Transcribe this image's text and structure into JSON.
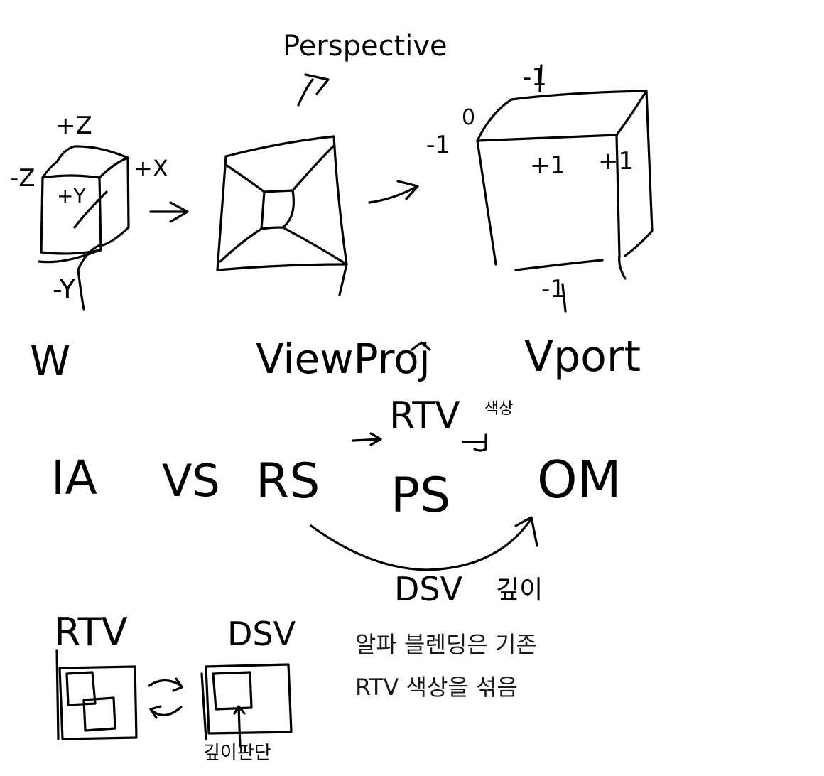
{
  "canvas": {
    "background": "#ffffff",
    "ink": "#000000"
  },
  "pipeline_top": {
    "world": {
      "label": "W",
      "axes": {
        "plus_z": "+Z",
        "minus_z": "-Z",
        "plus_x": "+X",
        "plus_y": "+Y",
        "minus_y": "-Y"
      }
    },
    "view_proj": {
      "label": "ViewProj",
      "perspective_label": "Perspective"
    },
    "viewport": {
      "label": "Vport",
      "corners": {
        "top": "-1",
        "origin": "0",
        "left": "-1",
        "plus_inner": "+1",
        "right": "+1",
        "bottom": "-1"
      }
    }
  },
  "pipeline_stages": {
    "ia": "IA",
    "vs": "VS",
    "rs": "RS",
    "ps": "PS",
    "om": "OM",
    "rtv": "RTV",
    "rtv_note": "색상",
    "dsv": "DSV",
    "dsv_note": "깊이"
  },
  "buffers": {
    "rtv_label": "RTV",
    "dsv_label": "DSV",
    "depth_test_label": "깊이판단"
  },
  "notes": {
    "line1": "알파 블렌딩은 기존",
    "line2": "RTV 색상을 섞음"
  }
}
